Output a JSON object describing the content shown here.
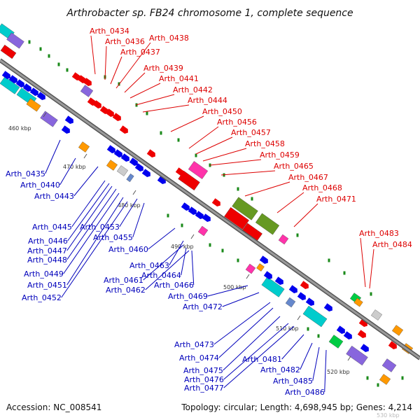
{
  "title": "Arthrobacter sp. FB24 chromosome 1, complete sequence",
  "footer": {
    "accession": "Accession: NC_008541",
    "summary": "Topology: circular; Length: 4,698,945 bp; Genes: 4,214",
    "faint_label": "530 kbp"
  },
  "colors": {
    "backbone": "#888888",
    "forward_label": "#dd0000",
    "reverse_label": "#0000bb",
    "forward_gene": "#ee0000",
    "reverse_gene": "#0000ee",
    "marker": "#1a8a1a"
  },
  "kbp_ticks": [
    "460 kbp",
    "470 kbp",
    "480 kbp",
    "490 kbp",
    "500 kbp",
    "510 kbp",
    "520 kbp"
  ],
  "forward_labels": [
    "Arth_0434",
    "Arth_0436",
    "Arth_0437",
    "Arth_0438",
    "Arth_0439",
    "Arth_0441",
    "Arth_0442",
    "Arth_0444",
    "Arth_0450",
    "Arth_0456",
    "Arth_0457",
    "Arth_0458",
    "Arth_0459",
    "Arth_0465",
    "Arth_0467",
    "Arth_0468",
    "Arth_0471",
    "Arth_0483",
    "Arth_0484"
  ],
  "reverse_labels": [
    "Arth_0435",
    "Arth_0440",
    "Arth_0443",
    "Arth_0445",
    "Arth_0446",
    "Arth_0447",
    "Arth_0448",
    "Arth_0449",
    "Arth_0451",
    "Arth_0452",
    "Arth_0453",
    "Arth_0455",
    "Arth_0460",
    "Arth_0463",
    "Arth_0461",
    "Arth_0464",
    "Arth_0462",
    "Arth_0466",
    "Arth_0469",
    "Arth_0472",
    "Arth_0473",
    "Arth_0474",
    "Arth_0475",
    "Arth_0476",
    "Arth_0477",
    "Arth_0481",
    "Arth_0482",
    "Arth_0485",
    "Arth_0486"
  ]
}
